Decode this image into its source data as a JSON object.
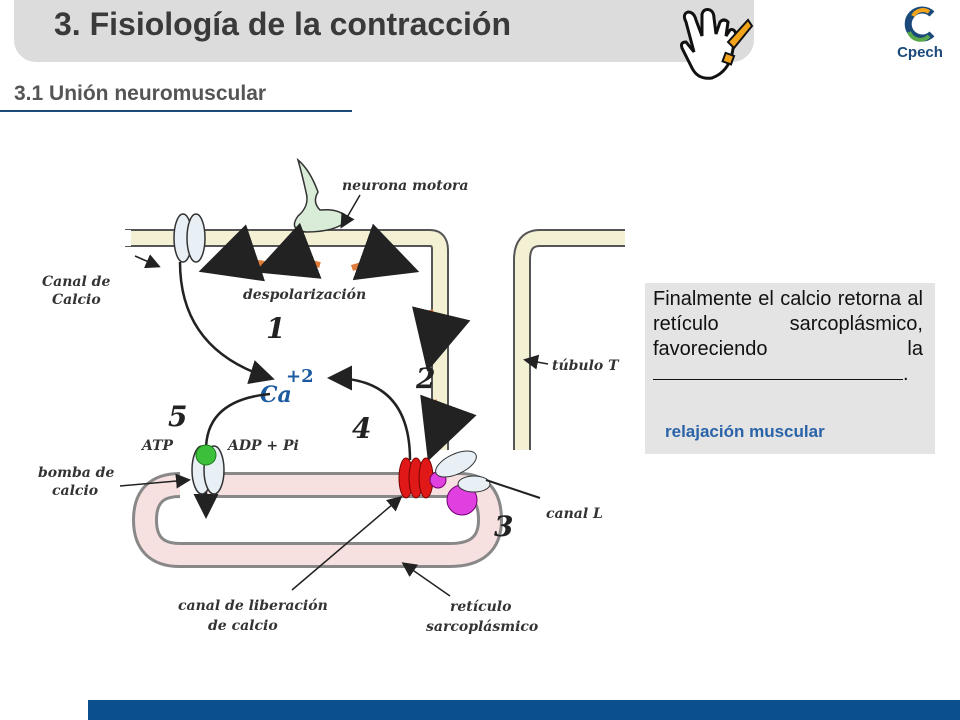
{
  "header": {
    "title": "3. Fisiología de la contracción",
    "subtitle": "3.1 Unión neuromuscular"
  },
  "logo": {
    "name": "Cpech"
  },
  "diagram": {
    "labels": {
      "neurona_motora": "neurona motora",
      "canal_calcio": [
        "Canal de",
        "Calcio"
      ],
      "despolarizacion": "despolarización",
      "tubulo_t": "túbulo T",
      "ca": "Ca",
      "ca_charge": "+2",
      "atp": "ATP",
      "adp": "ADP + Pi",
      "bomba_calcio": [
        "bomba de",
        "calcio"
      ],
      "canal_l": "canal L",
      "canal_liberacion": [
        "canal de liberación",
        "de calcio"
      ],
      "reticulo": [
        "retículo",
        "sarcoplásmico"
      ]
    },
    "step_numbers": [
      "1",
      "2",
      "3",
      "4",
      "5"
    ]
  },
  "info_box": {
    "text_before": "Finalmente el calcio retorna al retículo sarcoplásmico, favoreciendo la",
    "text_after": ".",
    "answer": "relajación muscular"
  },
  "colors": {
    "accent": "#0c4f8e",
    "answer": "#2a63a8",
    "title_bar": "#dcdcdc"
  }
}
